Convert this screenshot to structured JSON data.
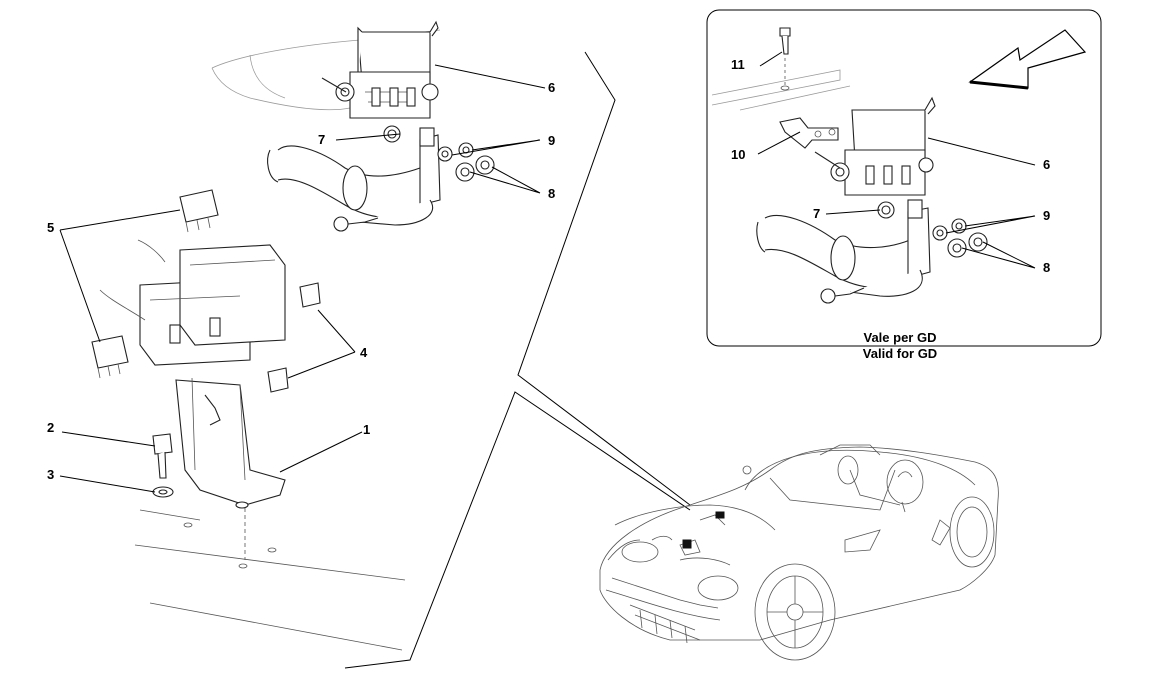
{
  "labels": {
    "l1": "1",
    "l2": "2",
    "l3": "3",
    "l4": "4",
    "l5": "5",
    "l6": "6",
    "l7": "7",
    "l8": "8",
    "l9": "9",
    "i6": "6",
    "i7": "7",
    "i8": "8",
    "i9": "9",
    "i10": "10",
    "i11": "11"
  },
  "inset": {
    "caption_line1": "Vale per GD",
    "caption_line2": "Valid for GD"
  }
}
